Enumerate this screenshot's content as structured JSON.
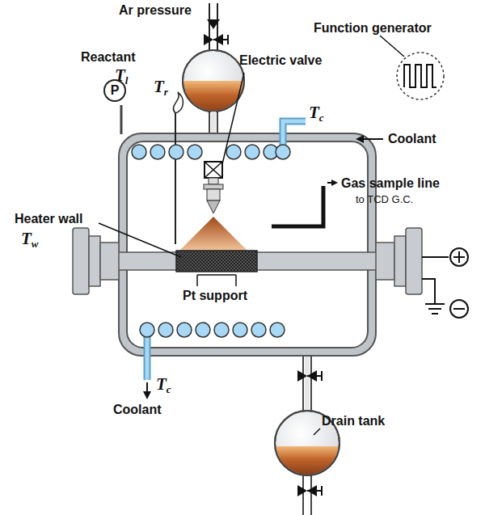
{
  "diagram": {
    "labels": [
      "Ar pressure",
      "Function generator",
      "Reactant",
      "Tl",
      "Electric valve",
      "Tc",
      "Coolant",
      "Tr",
      "P",
      "Heater wall",
      "Tw",
      "Gas sample line",
      "to TCD G.C.",
      "Pt support",
      "Tc",
      "Coolant",
      "Drain tank"
    ]
  }
}
